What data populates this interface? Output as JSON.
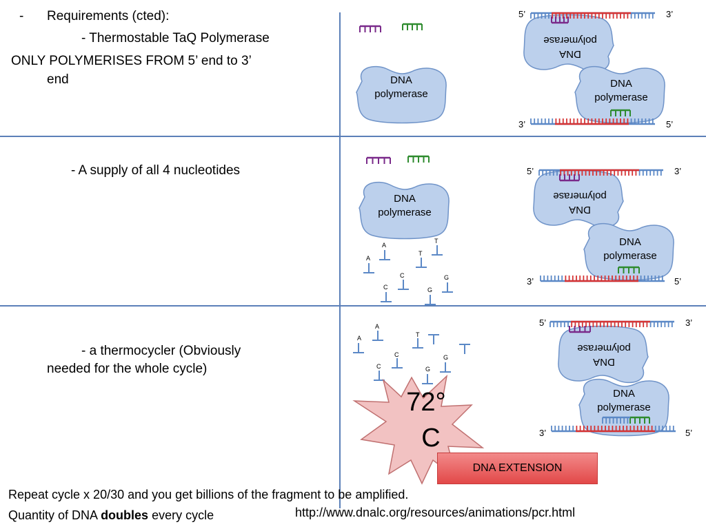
{
  "left": {
    "req_dash": "-",
    "req_title": "Requirements (cted):",
    "taq": "- Thermostable TaQ Polymerase",
    "polymerise_line1": "ONLY POLYMERISES FROM 5’ end to 3’",
    "polymerise_line2": "end",
    "nucleotides": "-  A supply of all 4 nucleotides",
    "thermo_line1": "- a thermocycler (Obviously",
    "thermo_line2": "needed for the whole cycle)"
  },
  "enzyme": {
    "line1": "DNA",
    "line2": "polymerase"
  },
  "ends": {
    "five": "5’",
    "three": "3’"
  },
  "nucleotide_letters": [
    "A",
    "A",
    "T",
    "T",
    "C",
    "C",
    "G",
    "G"
  ],
  "temperature": {
    "line1": "72°",
    "line2": "C"
  },
  "extension_label": "DNA EXTENSION",
  "footer": {
    "repeat": "Repeat cycle x 20/30 and you get billions of the fragment to be amplified.",
    "quantity_prefix": "Quantity of DNA ",
    "quantity_bold": "doubles",
    "quantity_suffix": " every cycle",
    "url": "http://www.dnalc.org/resources/animations/pcr.html"
  },
  "colors": {
    "divider": "#5b7fb8",
    "strand_blue": "#5b88c6",
    "strand_red": "#d63333",
    "primer_purple": "#7a2a8a",
    "primer_green": "#2e8b2e",
    "enzyme_fill": "#bcd0ec",
    "enzyme_stroke": "#6f93c8",
    "star_fill": "#f2c2c2",
    "star_stroke": "#c07070"
  }
}
